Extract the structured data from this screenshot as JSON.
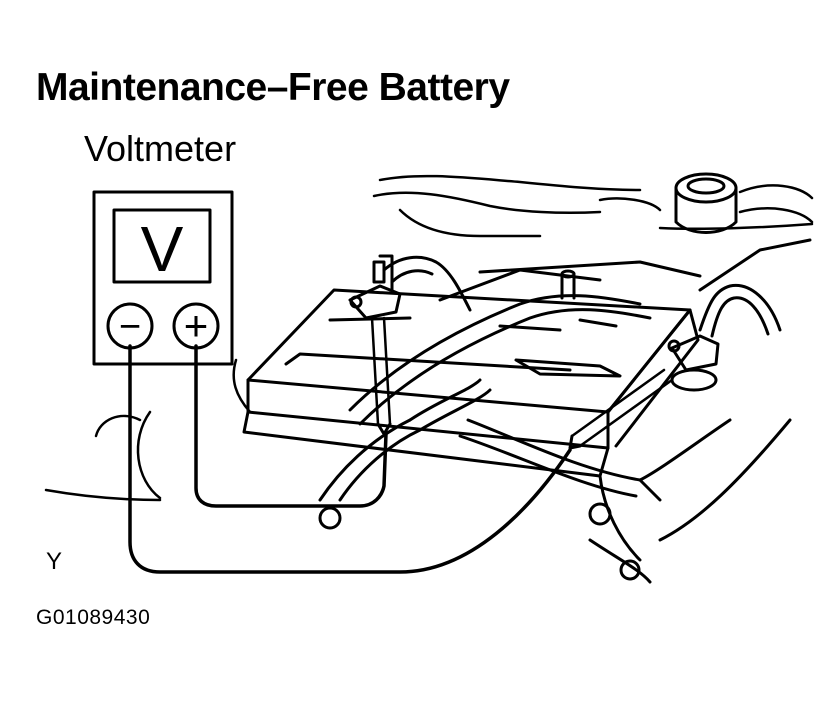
{
  "title": "Maintenance–Free Battery",
  "voltmeter_label": "Voltmeter",
  "meter": {
    "display": "V",
    "negative_symbol": "−",
    "positive_symbol": "+"
  },
  "view_label": "Y",
  "figure_id": "G01089430",
  "colors": {
    "line": "#000000",
    "background": "#ffffff"
  }
}
